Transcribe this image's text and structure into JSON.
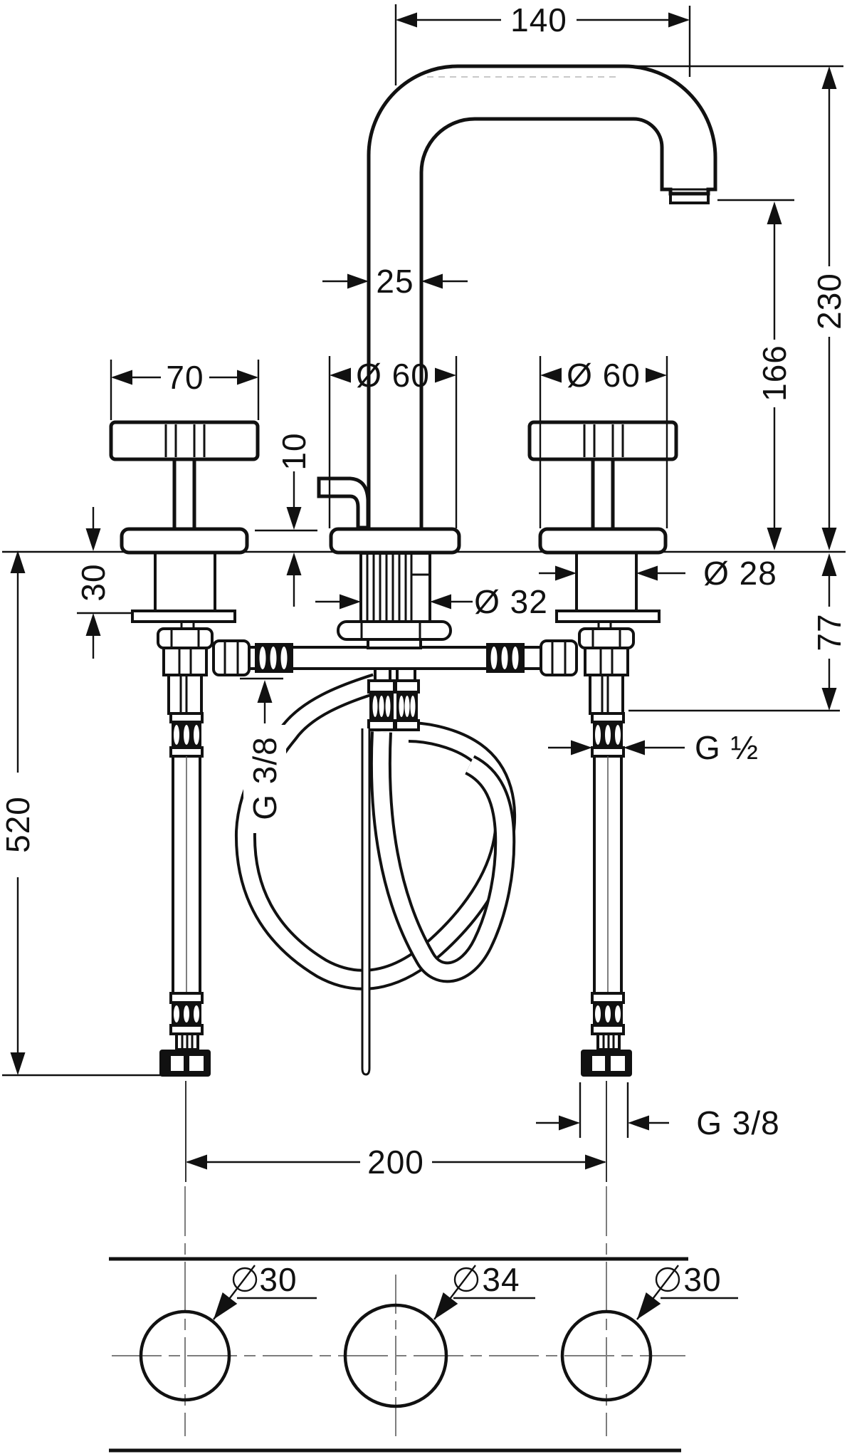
{
  "drawing_title": "basin mixer technical dimension drawing",
  "dimensions": {
    "spout_reach": "140",
    "spout_pipe_width": "25",
    "total_height": "230",
    "spout_outlet_height": "166",
    "handle_width": "70",
    "rosette_diameter_center": "Ø 60",
    "rosette_diameter_right": "Ø 60",
    "rosette_thickness": "10",
    "base_height": "30",
    "shank_diameter": "Ø 28",
    "cartridge_diameter": "Ø 32",
    "under_deck_depth": "77",
    "hose_length": "520",
    "hose_thread_side": "G 3/8",
    "shank_thread": "G ½",
    "hose_thread_bottom": "G 3/8",
    "hole_spacing": "200",
    "hole_left": "30",
    "hole_center": "34",
    "hole_right": "30"
  }
}
